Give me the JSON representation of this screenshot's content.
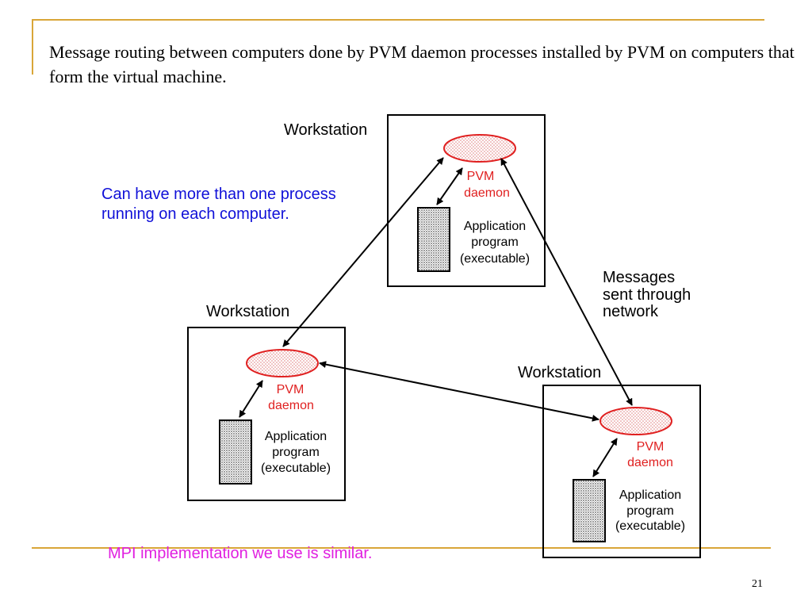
{
  "slide": {
    "title": "Message routing between computers done by PVM daemon processes installed by PVM on computers that form the virtual machine.",
    "note_blue_line1": "Can have more than one process",
    "note_blue_line2": "running on each computer.",
    "note_magenta": "MPI implementation we use is similar.",
    "page_number": "21",
    "accent_color": "#d9a638"
  },
  "diagram": {
    "workstations": [
      {
        "label": "Workstation",
        "daemon_line1": "PVM",
        "daemon_line2": "daemon",
        "app_line1": "Application",
        "app_line2": "program",
        "app_line3": "(executable)"
      },
      {
        "label": "Workstation",
        "daemon_line1": "PVM",
        "daemon_line2": "daemon",
        "app_line1": "Application",
        "app_line2": "program",
        "app_line3": "(executable)"
      },
      {
        "label": "Workstation",
        "daemon_line1": "PVM",
        "daemon_line2": "daemon",
        "app_line1": "Application",
        "app_line2": "program",
        "app_line3": "(executable)"
      }
    ],
    "network_label_line1": "Messages",
    "network_label_line2": "sent through",
    "network_label_line3": "network",
    "daemon_color": "#e02020"
  }
}
